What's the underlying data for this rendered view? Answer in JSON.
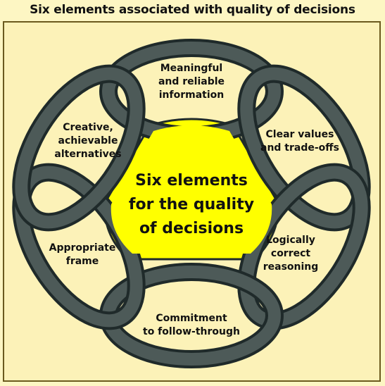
{
  "title": "Six elements associated with quality of decisions",
  "center": "Six elements\nfor the quality\nof decisions",
  "elements": [
    "Meaningful\nand reliable\ninformation",
    "Clear values\nand trade-offs",
    "Logically\ncorrect\nreasoning",
    "Commitment\nto follow-through",
    "Appropriate\nframe",
    "Creative,\nachievable\nalternatives"
  ],
  "colors": {
    "background": "#fcf2b8",
    "ring_outer": "#1f2a2a",
    "ring_inner": "#4d5a58",
    "center_fill": "#ffff00",
    "text": "#111111"
  }
}
